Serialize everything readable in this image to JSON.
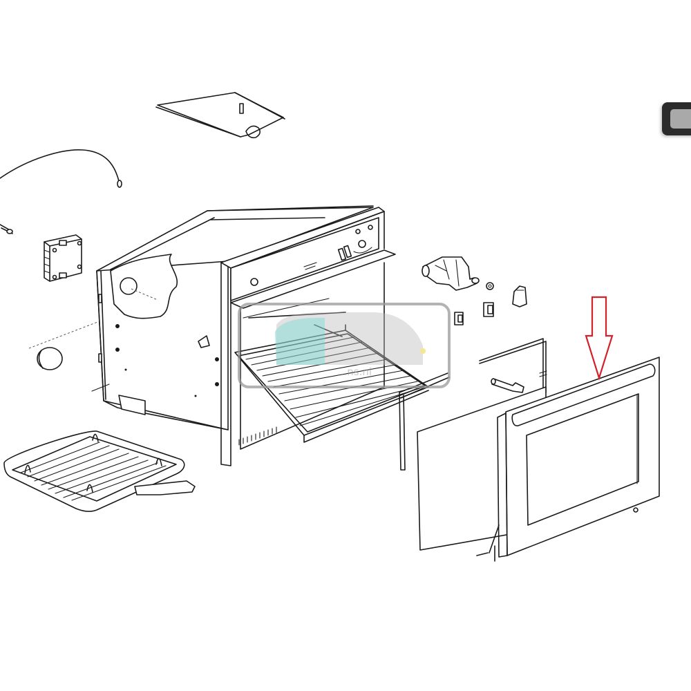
{
  "diagram": {
    "type": "exploded-parts-view",
    "subject": "built-in oven",
    "highlighted_part": "oven-door",
    "highlight_color": "#d42027",
    "line_color": "#1a1a1a",
    "parts": [
      {
        "id": "top-cover-plate",
        "label": "top cover plate"
      },
      {
        "id": "thermocouple-cable",
        "label": "thermocouple cable"
      },
      {
        "id": "connector-plug",
        "label": "connector plug"
      },
      {
        "id": "ignition-module",
        "label": "ignition module"
      },
      {
        "id": "oven-housing",
        "label": "oven housing"
      },
      {
        "id": "control-panel",
        "label": "control panel"
      },
      {
        "id": "wire-shelf-rack",
        "label": "wire shelf rack"
      },
      {
        "id": "side-cap",
        "label": "side cap"
      },
      {
        "id": "grill-pan",
        "label": "grill pan with rack and handle"
      },
      {
        "id": "gas-valve",
        "label": "gas valve / thermostat"
      },
      {
        "id": "knob-adapter",
        "label": "knob adapter"
      },
      {
        "id": "control-knob",
        "label": "control knob"
      },
      {
        "id": "rocker-switch-1",
        "label": "rocker switch"
      },
      {
        "id": "rocker-switch-2",
        "label": "rocker switch"
      },
      {
        "id": "door-seal",
        "label": "door seal"
      },
      {
        "id": "hinge-pin",
        "label": "hinge pin"
      },
      {
        "id": "inner-glass-panel",
        "label": "inner glass panel"
      },
      {
        "id": "oven-door",
        "label": "oven door"
      }
    ]
  },
  "watermark": {
    "text": "...ns.nl",
    "accent_color": "#7fd3cc",
    "frame_color": "#9a9a9a"
  },
  "corner_badge": {
    "outer_color": "#2b2b2b",
    "inner_color": "#a9a9a9"
  }
}
